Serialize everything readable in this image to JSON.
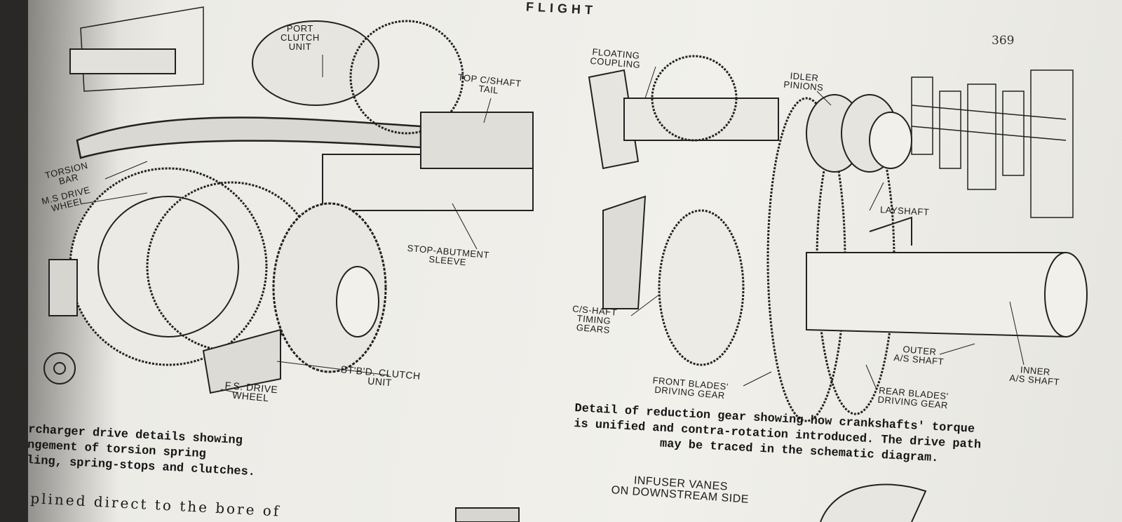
{
  "header": {
    "running_title": "FLIGHT",
    "page_number": "369"
  },
  "left_figure": {
    "labels": {
      "port_clutch_unit": [
        "PORT",
        "CLUTCH",
        "UNIT"
      ],
      "top_cshaft_tail": [
        "TOP C/SHAFT",
        "TAIL"
      ],
      "torsion_bar": [
        "TORSION",
        "BAR"
      ],
      "ms_drive_wheel": [
        "M.S DRIVE",
        "WHEEL"
      ],
      "stop_abutment_sleeve": [
        "STOP-ABUTMENT",
        "SLEEVE"
      ],
      "stbd_clutch_unit": [
        "ST'B'D. CLUTCH",
        "UNIT"
      ],
      "fs_drive_wheel": [
        "F.S. DRIVE",
        "WHEEL"
      ]
    },
    "caption": [
      "Supercharger drive details showing",
      "arrangement of torsion spring",
      "coupling, spring-stops and clutches."
    ]
  },
  "right_figure": {
    "labels": {
      "floating_coupling": [
        "FLOATING",
        "COUPLING"
      ],
      "idler_pinions": [
        "IDLER",
        "PINIONS"
      ],
      "layshaft": [
        "LAYSHAFT"
      ],
      "cshaft_timing_gears": [
        "C/S-HAFT",
        "TIMING",
        "GEARS"
      ],
      "front_blades_driving_gear": [
        "FRONT BLADES'",
        "DRIVING GEAR"
      ],
      "outer_as_shaft": [
        "OUTER",
        "A/S SHAFT"
      ],
      "inner_as_shaft": [
        "INNER",
        "A/S SHAFT"
      ],
      "rear_blades_driving_gear": [
        "REAR BLADES'",
        "DRIVING GEAR"
      ]
    },
    "caption": [
      "Detail of reduction gear showing how crankshafts' torque",
      "is unified and contra-rotation introduced.  The drive path",
      "may be traced in the schematic diagram."
    ]
  },
  "body": {
    "left_line": "splined direct to the bore of"
  },
  "bottom_figure": {
    "labels": {
      "infuser_vanes": [
        "INFUSER VANES",
        "ON DOWNSTREAM SIDE"
      ]
    }
  },
  "colors": {
    "paper": "#f1f0eb",
    "ink": "#1b1b1b"
  }
}
